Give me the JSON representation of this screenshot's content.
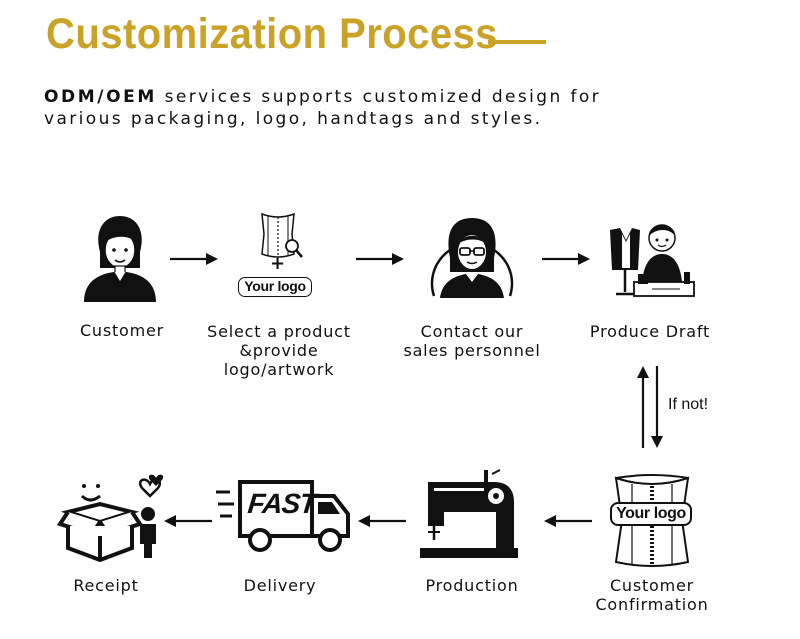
{
  "header": {
    "title": "Customization Process",
    "intro_bold": "ODM/OEM",
    "intro_line1_rest": " services supports customized design for",
    "intro_line2": "various packaging, logo, handtags and styles."
  },
  "steps": {
    "customer": "Customer",
    "select_l1": "Select a product",
    "select_l2": "&provide",
    "select_l3": "logo/artwork",
    "contact_l1": "Contact our",
    "contact_l2": "sales personnel",
    "draft": "Produce Draft",
    "confirm_l1": "Customer",
    "confirm_l2": "Confirmation",
    "production": "Production",
    "delivery": "Delivery",
    "receipt": "Receipt"
  },
  "icons": {
    "your_logo": "Your logo",
    "plus": "+",
    "fast": "FAST"
  },
  "loop_note": "If not!",
  "colors": {
    "accent": "#c9a227",
    "ink": "#111111"
  }
}
